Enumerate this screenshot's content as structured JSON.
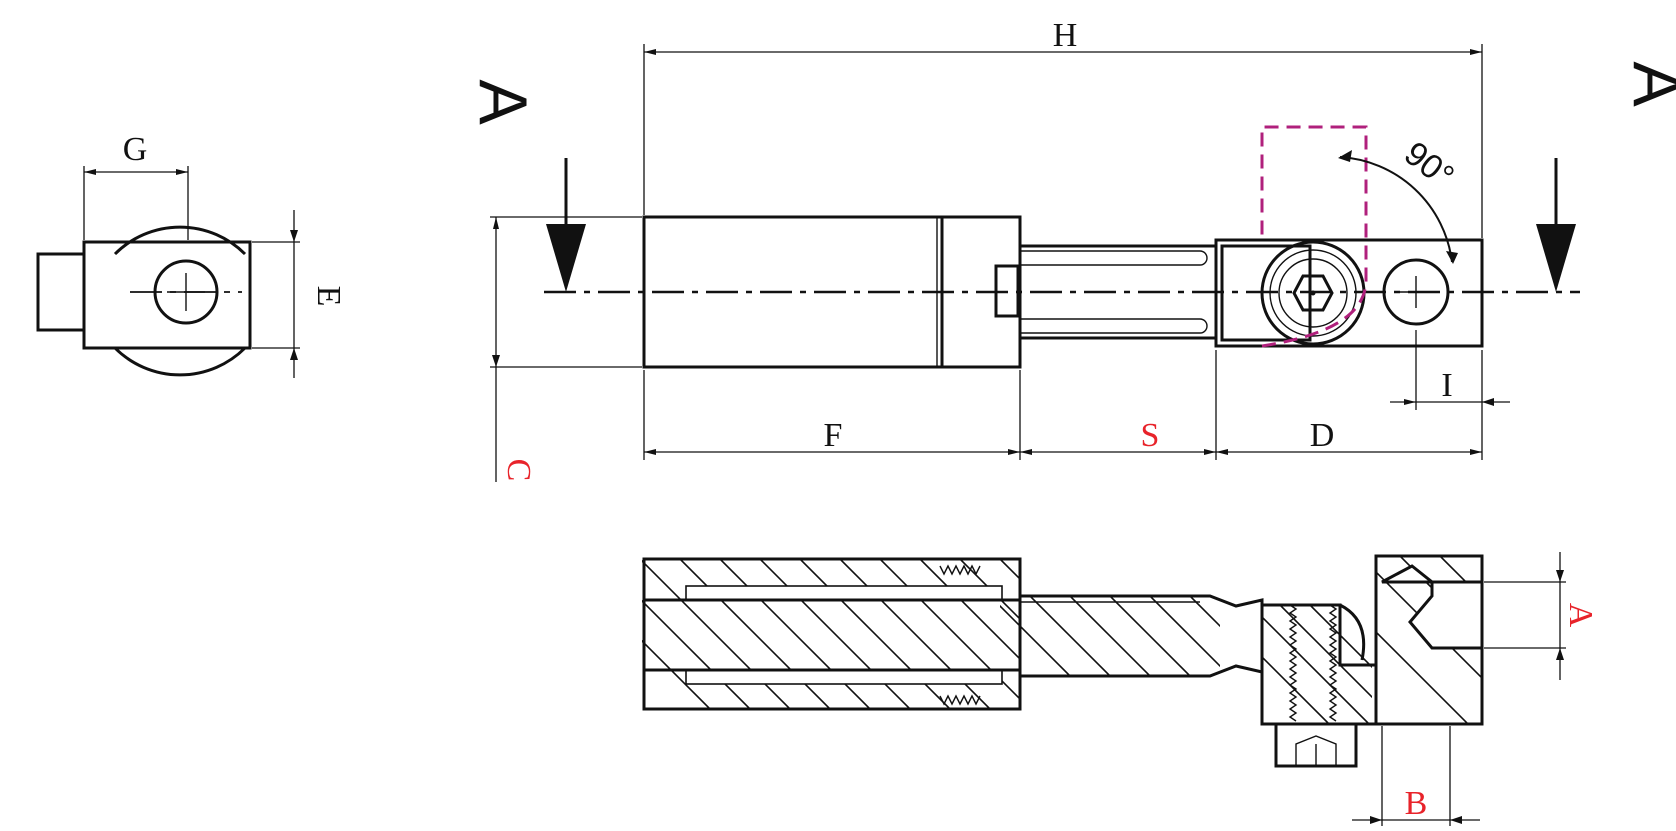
{
  "labels": {
    "H": "H",
    "G": "G",
    "E": "E",
    "F": "F",
    "S": "S",
    "D": "D",
    "I": "I",
    "C": "C",
    "A_dim": "A",
    "B": "B",
    "section_left": "A",
    "section_right": "A",
    "angle": "90°"
  },
  "colors": {
    "line": "#111111",
    "highlight_dim": "#e8232a",
    "swing_outline": "#b0207c"
  }
}
